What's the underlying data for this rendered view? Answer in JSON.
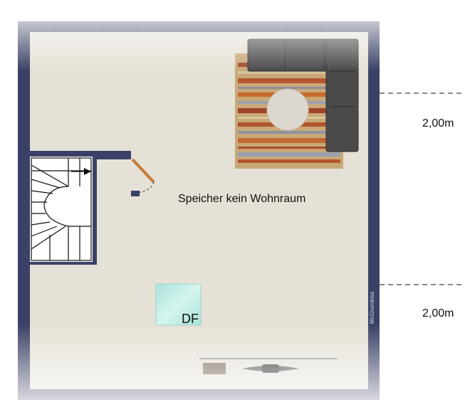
{
  "room": {
    "label": "Speicher kein Wohnraum"
  },
  "dimensions": {
    "upper": "2,00m",
    "lower": "2,00m"
  },
  "skylight": {
    "label": "DF"
  },
  "watermark": "McGrundriss",
  "colors": {
    "wall": "#3b4166",
    "floor": "#e5e1d6",
    "sofa": "#4a4a4a",
    "table": "#dcd7cf",
    "skylight": "#bfe8e0",
    "door": "#c47a3a",
    "dash": "#444444"
  }
}
